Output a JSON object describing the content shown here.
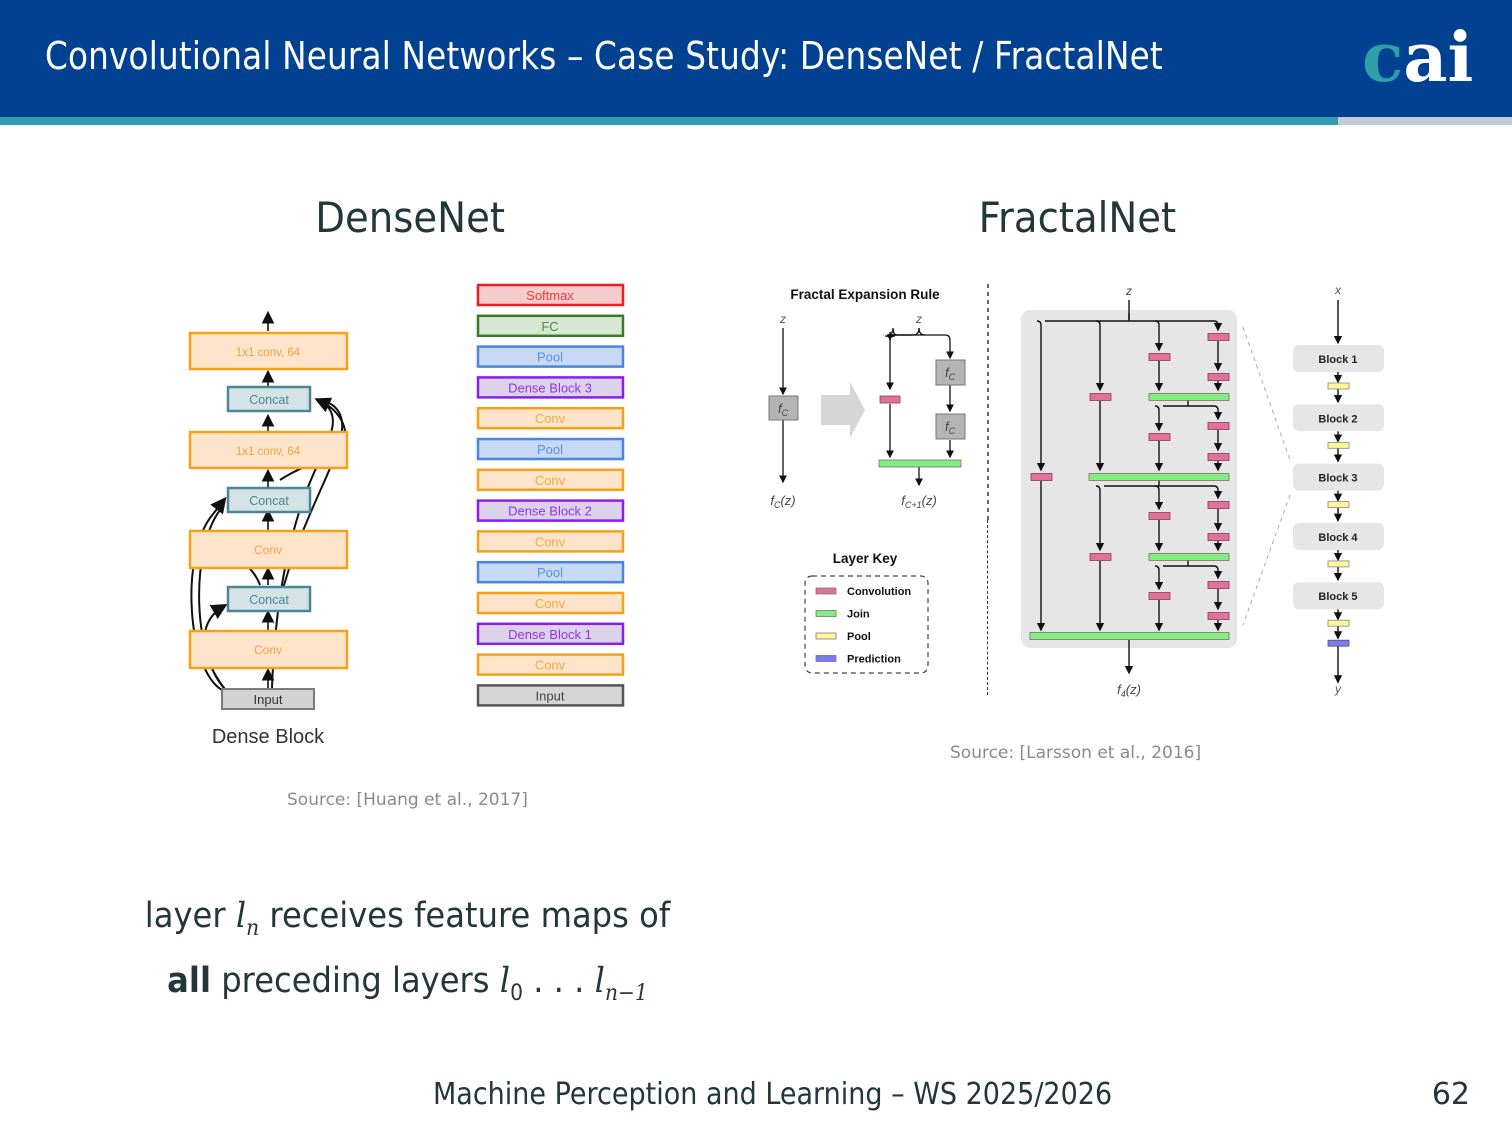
{
  "header": {
    "title": "Convolutional Neural Networks – Case Study: DenseNet / FractalNet",
    "logo_c": "c",
    "logo_ai": "ai",
    "colors": {
      "background": "#004291",
      "accent_bar": "#2e9fb1",
      "logo_c": "#2e9fa8"
    }
  },
  "densenet": {
    "title": "DenseNet",
    "dense_block": {
      "caption": "Dense Block",
      "layers": [
        "1x1 conv, 64",
        "Concat",
        "1x1 conv, 64",
        "Concat",
        "Conv",
        "Concat",
        "Conv",
        "Input"
      ]
    },
    "architecture": [
      {
        "label": "Softmax",
        "kind": "softmax"
      },
      {
        "label": "FC",
        "kind": "fc"
      },
      {
        "label": "Pool",
        "kind": "pool"
      },
      {
        "label": "Dense Block 3",
        "kind": "dense"
      },
      {
        "label": "Conv",
        "kind": "conv"
      },
      {
        "label": "Pool",
        "kind": "pool"
      },
      {
        "label": "Conv",
        "kind": "conv"
      },
      {
        "label": "Dense Block 2",
        "kind": "dense"
      },
      {
        "label": "Conv",
        "kind": "conv"
      },
      {
        "label": "Pool",
        "kind": "pool"
      },
      {
        "label": "Conv",
        "kind": "conv"
      },
      {
        "label": "Dense Block 1",
        "kind": "dense"
      },
      {
        "label": "Conv",
        "kind": "conv"
      },
      {
        "label": "Input",
        "kind": "input"
      }
    ],
    "source": "Source: [Huang et al., 2017]"
  },
  "fractalnet": {
    "title": "FractalNet",
    "expansion_rule": {
      "title": "Fractal Expansion Rule",
      "input": "z",
      "block_label": "f",
      "block_sub": "C",
      "left_output": "f",
      "left_output_sub": "C",
      "left_output_arg": "(z)",
      "right_output": "f",
      "right_output_sub": "C+1",
      "right_output_arg": "(z)"
    },
    "layer_key": {
      "title": "Layer Key",
      "items": [
        {
          "label": "Convolution",
          "color": "#e0719a"
        },
        {
          "label": "Join",
          "color": "#7ff07f"
        },
        {
          "label": "Pool",
          "color": "#fff59a"
        },
        {
          "label": "Prediction",
          "color": "#7b7bf0"
        }
      ]
    },
    "fractal_block": {
      "input": "z",
      "output": "f",
      "output_sub": "4",
      "output_arg": "(z)"
    },
    "network": {
      "input": "x",
      "output": "y",
      "blocks": [
        "Block 1",
        "Block 2",
        "Block 3",
        "Block 4",
        "Block 5"
      ]
    },
    "source": "Source: [Larsson et al., 2016]"
  },
  "caption": {
    "line1_pre": "layer ",
    "line1_var": "l",
    "line1_sub": "n",
    "line1_post": " receives feature maps of",
    "line2_bold": "all",
    "line2_mid": " preceding layers ",
    "line2_var1": "l",
    "line2_sub1": "0",
    "line2_dots": " . . . ",
    "line2_var2": "l",
    "line2_sub2": "n−1"
  },
  "footer": {
    "text": "Machine Perception and Learning – WS 2025/2026",
    "page": "62"
  }
}
